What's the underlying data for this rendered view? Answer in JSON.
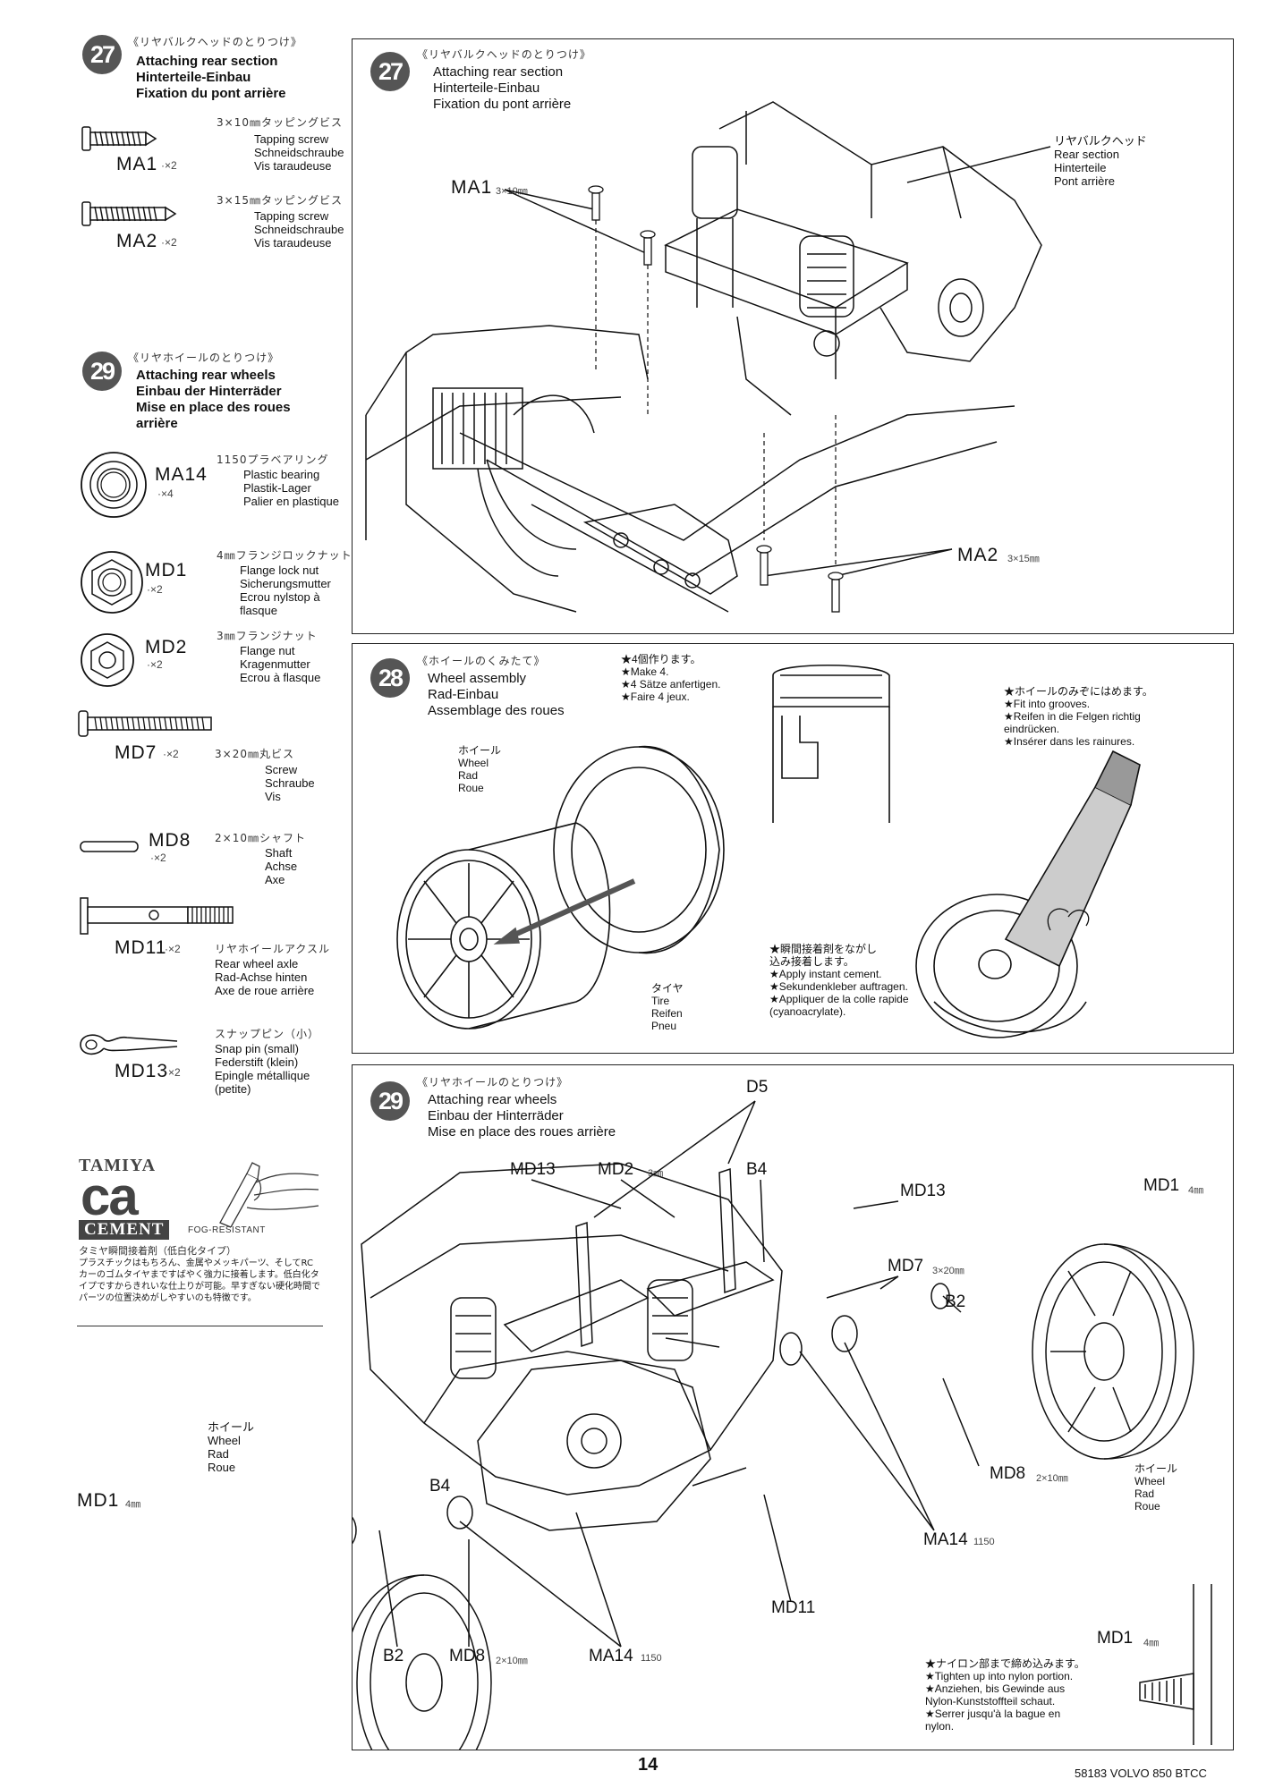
{
  "left_col": {
    "step27": {
      "num": "27",
      "jp": "《リヤバルクヘッドのとりつけ》",
      "lines": "Attaching rear section\nHinterteile-Einbau\nFixation du pont arrière"
    },
    "parts27": [
      {
        "code": "MA1",
        "qty": "·×2",
        "jp": "3×10㎜タッピングビス",
        "desc": "Tapping screw\nSchneidschraube\nVis taraudeuse"
      },
      {
        "code": "MA2",
        "qty": "·×2",
        "jp": "3×15㎜タッピングビス",
        "desc": "Tapping screw\nSchneidschraube\nVis taraudeuse"
      }
    ],
    "step29": {
      "num": "29",
      "jp": "《リヤホイールのとりつけ》",
      "lines": "Attaching rear wheels\nEinbau der Hinterräder\nMise en place des roues\narrière"
    },
    "parts29": [
      {
        "code": "MA14",
        "qty": "·×4",
        "jp": "1150プラベアリング",
        "desc": "Plastic bearing\nPlastik-Lager\nPalier en plastique"
      },
      {
        "code": "MD1",
        "qty": "·×2",
        "jp": "4㎜フランジロックナット",
        "desc": "Flange lock nut\nSicherungsmutter\nEcrou nylstop à\nflasque"
      },
      {
        "code": "MD2",
        "qty": "·×2",
        "jp": "3㎜フランジナット",
        "desc": "Flange nut\nKragenmutter\nEcrou à flasque"
      },
      {
        "code": "MD7",
        "qty": "·×2",
        "jp": "3×20㎜丸ビス",
        "desc": "Screw\nSchraube\nVis"
      },
      {
        "code": "MD8",
        "qty": "·×2",
        "jp": "2×10㎜シャフト",
        "desc": "Shaft\nAchse\nAxe"
      },
      {
        "code": "MD11",
        "qty": "·×2",
        "jp": "リヤホイールアクスル",
        "desc": "Rear wheel axle\nRad-Achse hinten\nAxe de roue arrière"
      },
      {
        "code": "MD13",
        "qty": "·×2",
        "jp": "スナップピン（小）",
        "desc": "Snap pin (small)\nFederstift (klein)\nEpingle métallique\n(petite)"
      }
    ],
    "cement": {
      "brand": "TAMIYA",
      "logo": "ca",
      "word": "CEMENT",
      "fog": "FOG-RESISTANT",
      "jp_title": "タミヤ瞬間接着剤（低白化タイプ）",
      "jp_body": "プラスチックはもちろん、金属やメッキパーツ、そしてRCカーのゴムタイヤまですばやく強力に接着します。低白化タイプですからきれいな仕上りが可能。早すぎない硬化時間でパーツの位置決めがしやすいのも特徴です。"
    },
    "wheel_label": "ホイール\nWheel\nRad\nRoue",
    "md1_label": "MD1",
    "md1_size": "4㎜"
  },
  "panel27": {
    "num": "27",
    "jp": "《リヤバルクヘッドのとりつけ》",
    "lines": "Attaching rear section\nHinterteile-Einbau\nFixation du pont arrière",
    "ma1": "MA1",
    "ma1_size": "3×10㎜",
    "ma2": "MA2",
    "ma2_size": "3×15㎜",
    "rear_label": "リヤバルクヘッド\nRear section\nHinterteile\nPont arrière"
  },
  "panel28": {
    "num": "28",
    "jp": "《ホイールのくみたて》",
    "lines": "Wheel assembly\nRad-Einbau\nAssemblage des roues",
    "make": "★4個作ります。\n★Make 4.\n★4 Sätze anfertigen.\n★Faire 4 jeux.",
    "wheel": "ホイール\nWheel\nRad\nRoue",
    "tire": "タイヤ\nTire\nReifen\nPneu",
    "fit": "★ホイールのみぞにはめます。\n★Fit into grooves.\n★Reifen in die Felgen richtig\n  eindrücken.\n★Insérer dans les rainures.",
    "cement": "★瞬間接着剤をながし\n  込み接着します。\n★Apply instant cement.\n★Sekundenkleber auftragen.\n★Appliquer de la colle rapide\n  (cyanoacrylate)."
  },
  "panel29": {
    "num": "29",
    "jp": "《リヤホイールのとりつけ》",
    "lines": "Attaching rear wheels\nEinbau der Hinterräder\nMise en place des roues arrière",
    "d5": "D5",
    "md13a": "MD13",
    "md2": "MD2",
    "md2_size": "3㎜",
    "b4a": "B4",
    "md13b": "MD13",
    "md1r": "MD1",
    "md1r_size": "4㎜",
    "md7": "MD7",
    "md7_size": "3×20㎜",
    "b2r": "B2",
    "md8r": "MD8",
    "md8r_size": "2×10㎜",
    "wheel_r": "ホイール\nWheel\nRad\nRoue",
    "ma14r": "MA14",
    "ma14r_size": "1150",
    "b4b": "B4",
    "md11": "MD11",
    "b2l": "B2",
    "md8l": "MD8",
    "md8l_size": "2×10㎜",
    "ma14l": "MA14",
    "ma14l_size": "1150",
    "md1n": "MD1",
    "md1n_size": "4㎜",
    "nylon": "★ナイロン部まで締め込みます。\n★Tighten up into nylon portion.\n★Anziehen, bis Gewinde aus\n  Nylon-Kunststoffteil schaut.\n★Serrer jusqu'à la bague en\n  nylon."
  },
  "footer": {
    "page": "14",
    "model": "58183 VOLVO 850 BTCC"
  }
}
